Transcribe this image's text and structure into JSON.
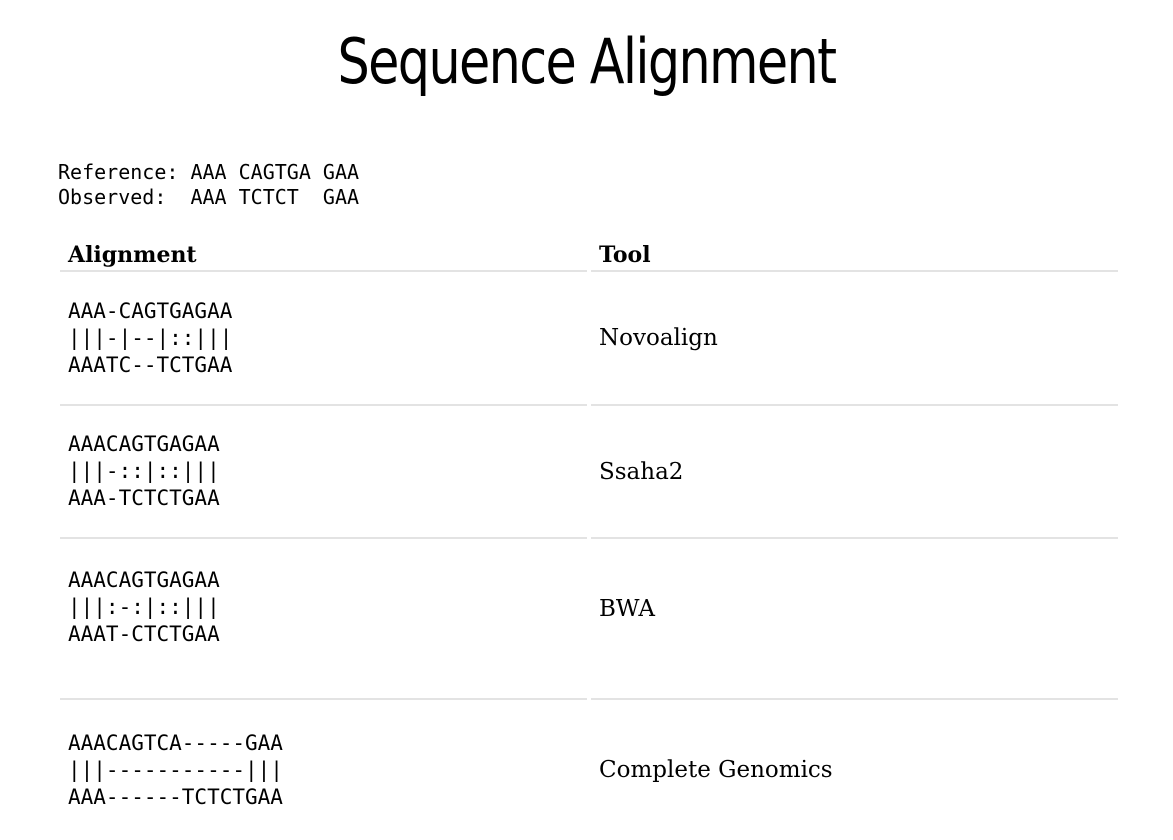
{
  "title": "Sequence Alignment",
  "sequences": {
    "reference": "Reference: AAA CAGTGA GAA",
    "observed": "Observed:  AAA TCTCT  GAA"
  },
  "table": {
    "headers": [
      "Alignment",
      "Tool"
    ],
    "rows": [
      {
        "alignment": [
          "AAA-CAGTGAGAA",
          "|||-|--|::|||",
          "AAATC--TCTGAA"
        ],
        "tool": "Novoalign"
      },
      {
        "alignment": [
          "AAACAGTGAGAA",
          "|||-::|::|||",
          "AAA-TCTCTGAA"
        ],
        "tool": "Ssaha2"
      },
      {
        "alignment": [
          "AAACAGTGAGAA",
          "|||:-:|::|||",
          "AAAT-CTCTGAA"
        ],
        "tool": "BWA"
      },
      {
        "alignment": [
          "AAACAGTCA-----GAA",
          "|||-----------|||",
          "AAA------TCTCTGAA"
        ],
        "tool": "Complete Genomics"
      }
    ]
  }
}
